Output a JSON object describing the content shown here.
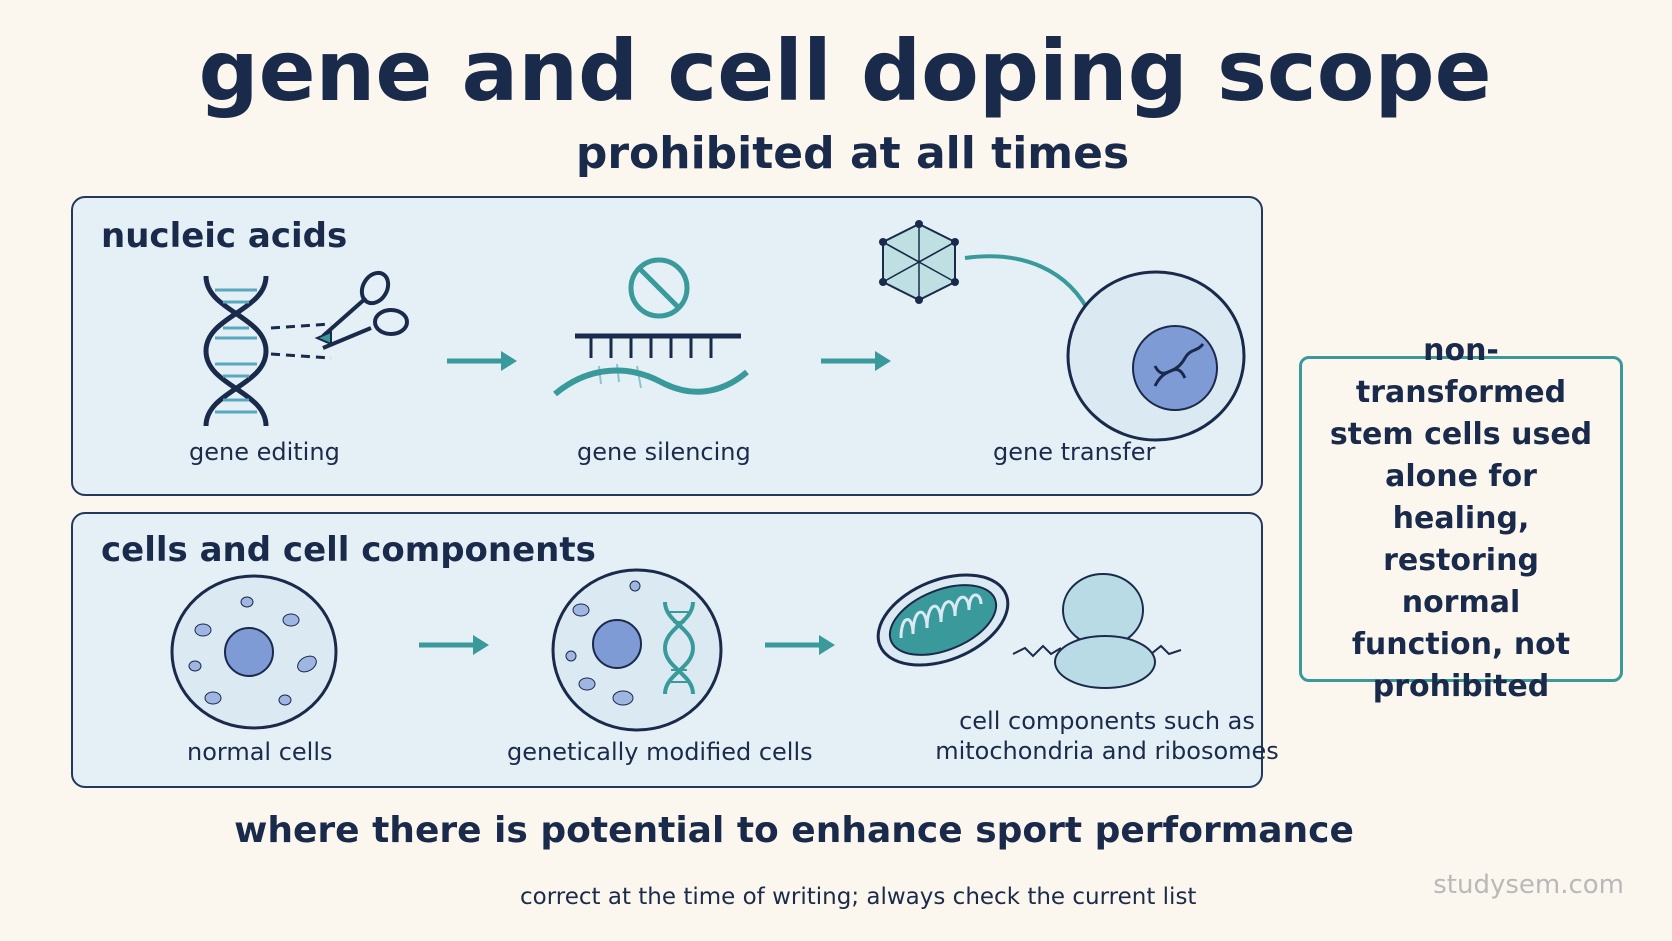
{
  "title": "gene and cell doping scope",
  "subtitle": "prohibited at all times",
  "panels": [
    {
      "title": "nucleic acids",
      "items": [
        {
          "label": "gene editing",
          "icon": "dna-scissors-icon"
        },
        {
          "label": "gene silencing",
          "icon": "gene-silencing-icon"
        },
        {
          "label": "gene transfer",
          "icon": "viral-vector-cell-icon"
        }
      ]
    },
    {
      "title": "cells and cell components",
      "items": [
        {
          "label": "normal cells",
          "icon": "cell-icon"
        },
        {
          "label": "genetically modified cells",
          "icon": "modified-cell-icon"
        },
        {
          "label": "cell components such as mitochondria and ribosomes",
          "icon": "mitochondria-ribosome-icon"
        }
      ]
    }
  ],
  "side_note": "non-transformed stem cells used alone for healing, restoring normal function, not prohibited",
  "footer": "where there is potential to enhance sport performance",
  "note": "correct at the time of writing; always check the current list",
  "watermark": "studysem.com",
  "colors": {
    "navy": "#1a2a4b",
    "teal": "#3a9a9b",
    "panel_bg": "#e4f0f6",
    "cell_fill": "#dbe9f3",
    "nucleus": "#7f9bd6",
    "background": "#fbf7ee"
  }
}
